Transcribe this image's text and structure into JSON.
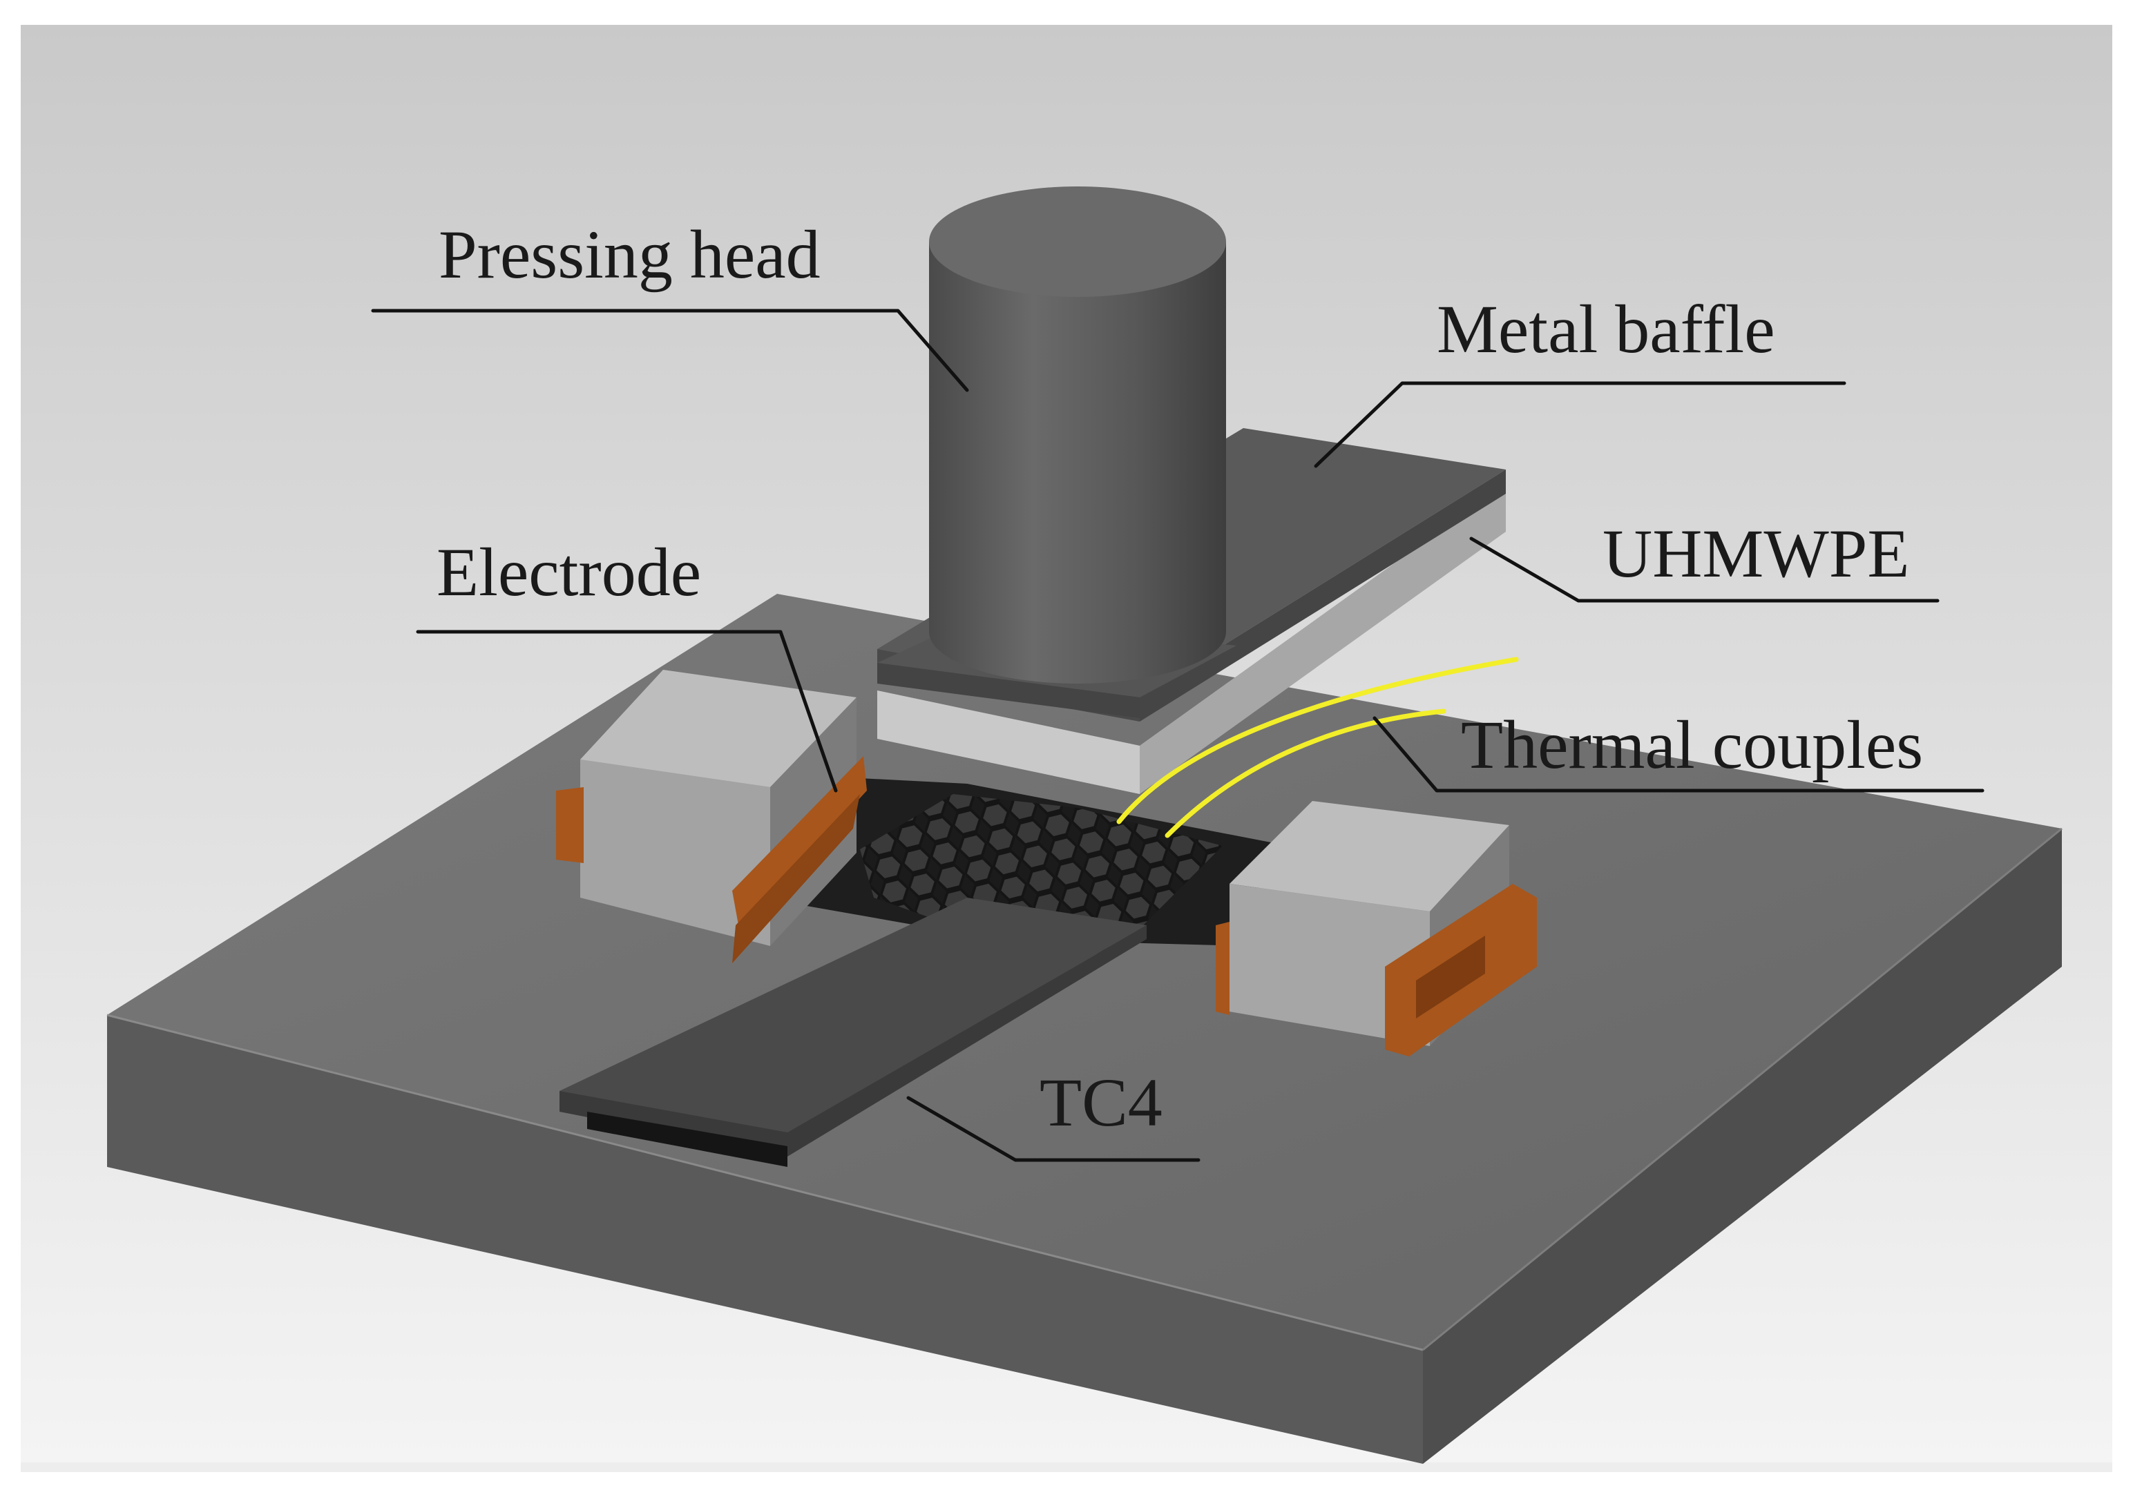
{
  "labels": {
    "pressing_head": "Pressing head",
    "metal_baffle": "Metal baffle",
    "uhmwpe": "UHMWPE",
    "electrode": "Electrode",
    "thermal_couples": "Thermal couples",
    "tc4": "TC4"
  },
  "colors": {
    "background_top": "#c9c9c9",
    "background_bottom": "#f4f4f4",
    "base_top": "#6f6f6f",
    "base_front": "#5a5a5a",
    "base_side": "#4e4e4e",
    "cylinder": "#555555",
    "cylinder_top": "#6a6a6a",
    "uhmwpe_block": "#b9b9b9",
    "metal_baffle": "#585858",
    "electrode_block": "#9a9a9a",
    "copper": "#a8561c",
    "honeycomb": "#262626",
    "tc4_strip": "#4a4a4a",
    "thermocouple_wire": "#f2ee2a",
    "leader_line": "#111111"
  }
}
